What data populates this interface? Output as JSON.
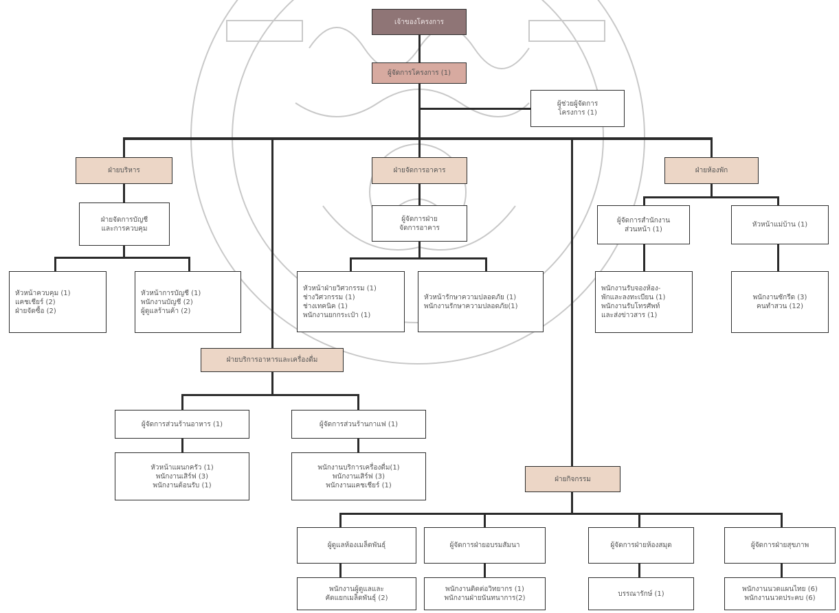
{
  "owner": "เจ้าของโครงการ",
  "project_manager": "ผู้จัดการโครงการ (1)",
  "assistant_manager": "ผู้ช่วยผู้จัดการ\nโครงการ (1)",
  "admin": {
    "title": "ฝ่ายบริหาร",
    "sub": "ฝ่ายจัดการบัญชี\nและการควบคุม",
    "control": "หัวหน้าควบคุม (1)\nแคชเชียร์ (2)\nฝ่ายจัดซื้อ (2)",
    "accounting": "หัวหน้าการบัญชี (1)\nพนักงานบัญชี (2)\nผู้ดูแลร้านค้า (2)"
  },
  "building": {
    "title": "ฝ่ายจัดการอาคาร",
    "sub": "ผู้จัดการฝ่าย\nจัดการอาคาร",
    "engineering": "หัวหน้าฝ่ายวิศวกรรม (1)\nช่างวิศวกรรม (1)\nช่างเทคนิค (1)\nพนักงานยกกระเป๋า (1)",
    "security": "หัวหน้ารักษาความปลอดภัย (1)\nพนักงานรักษาความปลอดภัย(1)"
  },
  "rooms": {
    "title": "ฝ่ายห้องพัก",
    "front_office": "ผู้จัดการสำนักงาน\nส่วนหน้า (1)",
    "housekeeper": "หัวหน้าแม่บ้าน (1)",
    "front_staff": "พนักงานรับจองห้อง-\nพักและลงทะเบียน (1)\nพนักงานรับโทรศัพท์\nและส่งข่าวสาร (1)",
    "hk_staff": "พนักงานซักรีด (3)\nคนทำสวน (12)"
  },
  "fnb": {
    "title": "ฝ่ายบริการอาหารและเครื่องดื่ม",
    "restaurant": "ผู้จัดการส่วนร้านอาหาร (1)",
    "cafe": "ผู้จัดการส่วนร้านกาแฟ (1)",
    "restaurant_staff": "หัวหน้าแผนกครัว (1)\nพนักงานเสิร์ฟ (3)\nพนักงานต้อนรับ (1)",
    "cafe_staff": "พนักงานบริการเครื่องดื่ม(1)\nพนักงานเสิร์ฟ (3)\nพนักงานแคชเชียร์ (1)"
  },
  "activities": {
    "title": "ฝ่ายกิจกรรม",
    "seed_room": "ผู้ดูแลห้องเมล็ดพันธุ์",
    "training": "ผู้จัดการฝ่ายอบรมสัมนา",
    "library": "ผู้จัดการฝ่ายห้องสมุด",
    "health": "ผู้จัดการฝ่ายสุขภาพ",
    "seed_staff": "พนักงานผู้ดูแลและ\nคัดแยกเมล็ดพันธุ์ (2)",
    "training_staff": "พนักงานติดต่อวิทยากร (1)\nพนักงานฝ่ายนันทนาการ(2)",
    "library_staff": "บรรณารักษ์ (1)",
    "health_staff": "พนักงานนวดแผนไทย (6)\nพนักงานนวดประคบ (6)"
  },
  "colors": {
    "owner": "#8f7576",
    "manager": "#d7aaa0",
    "department": "#ecd6c6",
    "lines": "#2a2a2a",
    "watermark": "#b9b9b9"
  }
}
